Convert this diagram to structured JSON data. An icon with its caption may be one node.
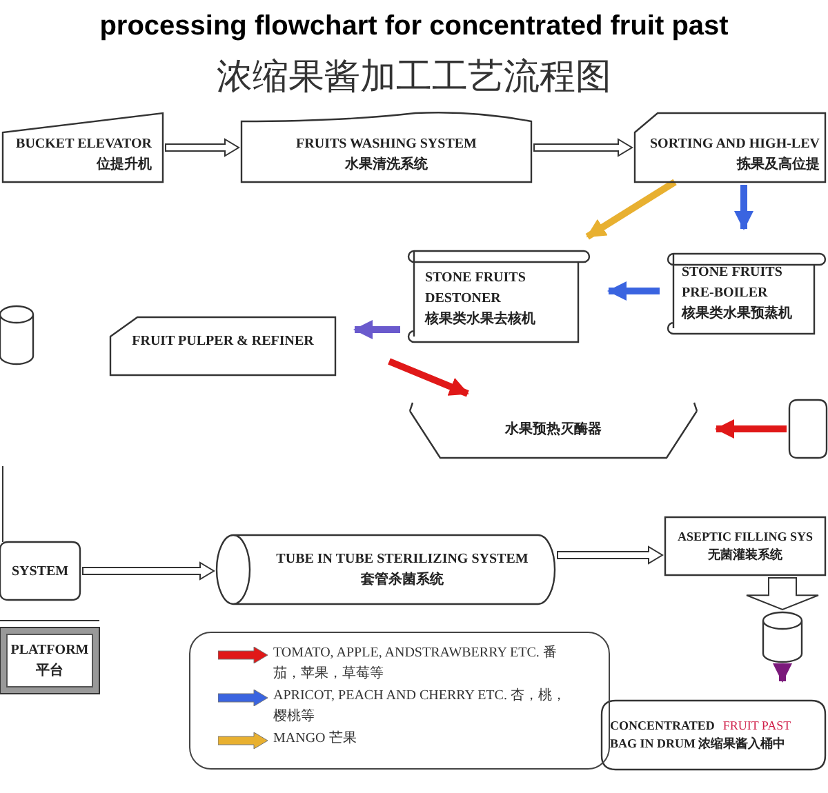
{
  "diagram": {
    "title": "processing flowchart for concentrated fruit past",
    "nodes": [
      {
        "text": [
          "BUCKET ELEVATOR",
          "位提升机"
        ]
      },
      {
        "text": [
          "FRUITS WASHING SYSTEM",
          "水果清洗系统"
        ]
      },
      {
        "text": [
          "SORTING AND HIGH-LEV",
          "拣果及高位提"
        ]
      },
      {
        "text": [
          "STONE FRUITS DESTONER",
          "核果类水果去核机"
        ]
      },
      {
        "text": [
          "STONE FRUITS PRE-BOILER",
          "核果类水果预蒸机"
        ]
      },
      {
        "text": [],
        "shape": "cylinder"
      },
      {
        "text": [
          "FRUIT PULPER & REFINER"
        ]
      },
      {
        "text": [
          "水果预热灭酶器"
        ]
      },
      {
        "text": [],
        "shape": "box"
      },
      {
        "text": [
          "SYSTEM"
        ]
      },
      {
        "text": [
          "TUBE IN TUBE STERILIZING SYSTEM",
          "套管杀菌系统"
        ]
      },
      {
        "text": [
          "ASEPTIC FILLING SYS",
          "无菌灌装系统"
        ]
      },
      {
        "text": [],
        "shape": "cylinder"
      },
      {
        "text": [
          "PLATFORM",
          "平台"
        ]
      },
      {
        "text": [
          "CONCENTRATED",
          "FRUIT PAST",
          "BAG IN DRUM 浓缩果酱入桶中"
        ]
      }
    ],
    "edges": [
      {
        "from": 0,
        "to": 1,
        "arrow": "to"
      },
      {
        "from": 1,
        "to": 2,
        "arrow": "to"
      },
      {
        "from": 2,
        "to": 3,
        "arrow": "to",
        "color": "#e8b030"
      },
      {
        "from": 2,
        "to": 4,
        "arrow": "to",
        "color": "#3a64e0"
      },
      {
        "from": 4,
        "to": 3,
        "arrow": "to",
        "color": "#3a64e0"
      },
      {
        "from": 3,
        "to": 6,
        "arrow": "to",
        "color": "#6a5acd"
      },
      {
        "from": 8,
        "to": 7,
        "arrow": "to",
        "color": "#e01818"
      },
      {
        "from": null,
        "to": 7,
        "arrow": "to",
        "color": "#e01818"
      },
      {
        "from": 9,
        "to": 10,
        "arrow": "to"
      },
      {
        "from": 10,
        "to": 11,
        "arrow": "to"
      },
      {
        "from": 11,
        "to": 12,
        "arrow": "to"
      },
      {
        "from": 12,
        "to": 14,
        "arrow": "to",
        "color": "#7b1a7b"
      }
    ],
    "labels": [
      "浓缩果酱加工工艺流程图"
    ],
    "legend": [
      {
        "text": "TOMATO, APPLE, ANDSTRAWBERRY ETC. 番茄，苹果，草莓等",
        "color": "#e01818"
      },
      {
        "text": "APRICOT, PEACH AND CHERRY ETC. 杏，桃，樱桃等",
        "color": "#3a64e0"
      },
      {
        "text": "MANGO 芒果",
        "color": "#e8b030"
      }
    ]
  }
}
